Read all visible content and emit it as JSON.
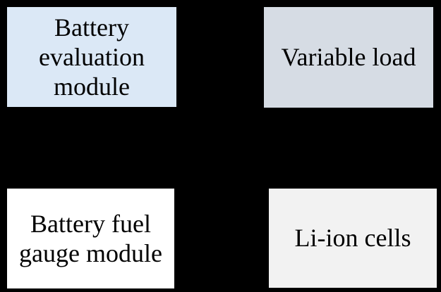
{
  "figure": {
    "type": "block-diagram",
    "background_color": "#000000",
    "text_color": "#000000",
    "boxes": [
      {
        "id": "battery-evaluation-module",
        "label": "Battery\nevaluation\nmodule",
        "fill": "#dbe8f6"
      },
      {
        "id": "variable-load",
        "label": "Variable load",
        "fill": "#d6dce4"
      },
      {
        "id": "battery-fuel-gauge-module",
        "label": "Battery fuel\ngauge module",
        "fill": "#ffffff"
      },
      {
        "id": "li-ion-cells",
        "label": "Li-ion cells",
        "fill": "#f2f2f2"
      }
    ]
  }
}
